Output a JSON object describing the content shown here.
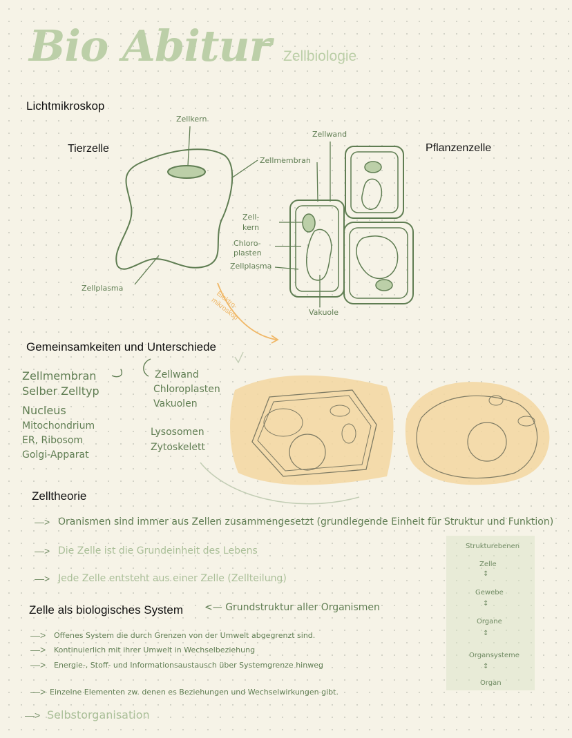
{
  "header": {
    "title": "Bio Abitur",
    "subtitle": "Zellbiologie"
  },
  "lichtmikroskop": {
    "heading": "Lichtmikroskop",
    "tierzelle": "Tierzelle",
    "pflanzenzelle": "Pflanzenzelle",
    "labels": {
      "zellkern_top": "Zellkern",
      "zellwand": "Zellwand",
      "zellmembran": "Zellmembran",
      "zellkern_side": "Zell-\nkern",
      "chloroplasten": "Chloro-\nplasten",
      "zellplasma_plant": "Zellplasma",
      "zellplasma_animal": "Zellplasma",
      "vakuole": "Vakuole",
      "elektronenmikroskop": "Elektro-\nmikroskop"
    }
  },
  "vergleich": {
    "heading": "Gemeinsamkeiten und Unterschiede",
    "gemeinsam": [
      "Zellmembran",
      "Selber Zelltyp",
      "Nucleus",
      "Mitochondrium",
      "ER, Ribosom",
      "Golgi-Apparat"
    ],
    "pflanze": [
      "Zellwand",
      "Chloroplasten",
      "Vakuolen"
    ],
    "tier": [
      "Lysosomen",
      "Zytoskelett"
    ]
  },
  "zelltheorie": {
    "heading": "Zelltheorie",
    "points": [
      "Oranismen sind immer aus Zellen zusammengesetzt (grundlegende Einheit für Struktur und Funktion)",
      "Die Zelle ist die Grundeinheit des Lebens",
      "Jede Zelle entsteht aus einer Zelle (Zellteilung)"
    ]
  },
  "system": {
    "heading": "Zelle als biologisches System",
    "aside": "Grundstruktur aller Organismen",
    "points": [
      "Offenes System die durch Grenzen von der Umwelt abgegrenzt sind.",
      "Kontinuierlich mit ihrer Umwelt in Wechselbeziehung",
      "Energie-, Stoff- und Informationsaustausch über Systemgrenze hinweg",
      "Einzelne Elementen zw. denen es Beziehungen und Wechselwirkungen gibt.",
      "Selbstorganisation"
    ]
  },
  "strukturebenen": {
    "title": "Strukturebenen",
    "levels": [
      "Zelle",
      "Gewebe",
      "Organe",
      "Organsysteme",
      "Organ"
    ]
  },
  "colors": {
    "ink_green": "#5f7d52",
    "title_green": "#bccfa8",
    "cell_fill": "#f3d6a0",
    "orange": "#f0b766"
  }
}
